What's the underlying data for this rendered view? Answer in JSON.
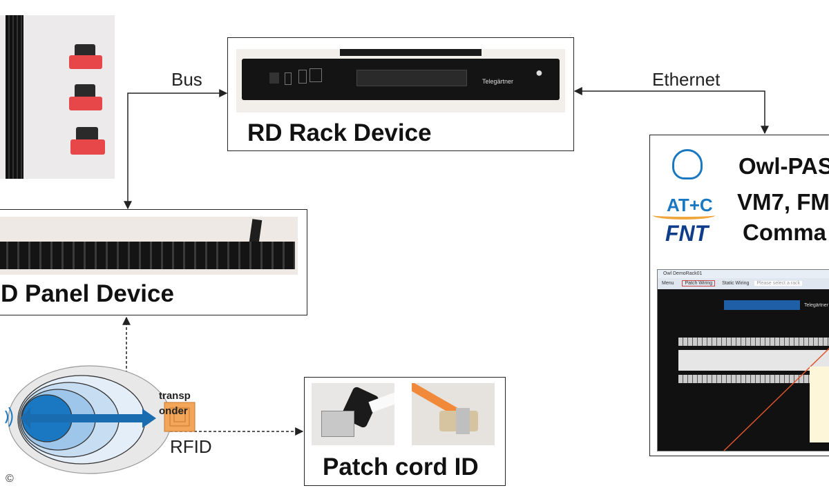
{
  "labels": {
    "bus": "Bus",
    "ethernet": "Ethernet",
    "rfid": "RFID",
    "transponder_line1": "transp",
    "transponder_line2": "onder",
    "copyright": "©"
  },
  "rack_device": {
    "title": "RD Rack Device",
    "brand": "Telegärtner"
  },
  "panel_device": {
    "title": "D Panel Device"
  },
  "patch_cord": {
    "title": "Patch cord ID"
  },
  "software": {
    "line1": "Owl-PAS",
    "line2": "VM7, FM",
    "line3": "Comma",
    "logo_atc": "AT+C",
    "logo_fnt": "FNT",
    "screenshot": {
      "window_title": "Owl DemoRack01",
      "menu": "Menu",
      "tab_patch": "Patch Wiring",
      "tab_static": "Static Wiring",
      "rack_placeholder": "Please select a rack",
      "brand": "Telegärtner"
    }
  },
  "colors": {
    "line": "#222222",
    "rfid_blue": "#1a78c2",
    "transponder": "#f2a65a",
    "connector_red": "#e8474a",
    "device_black": "#141414"
  }
}
